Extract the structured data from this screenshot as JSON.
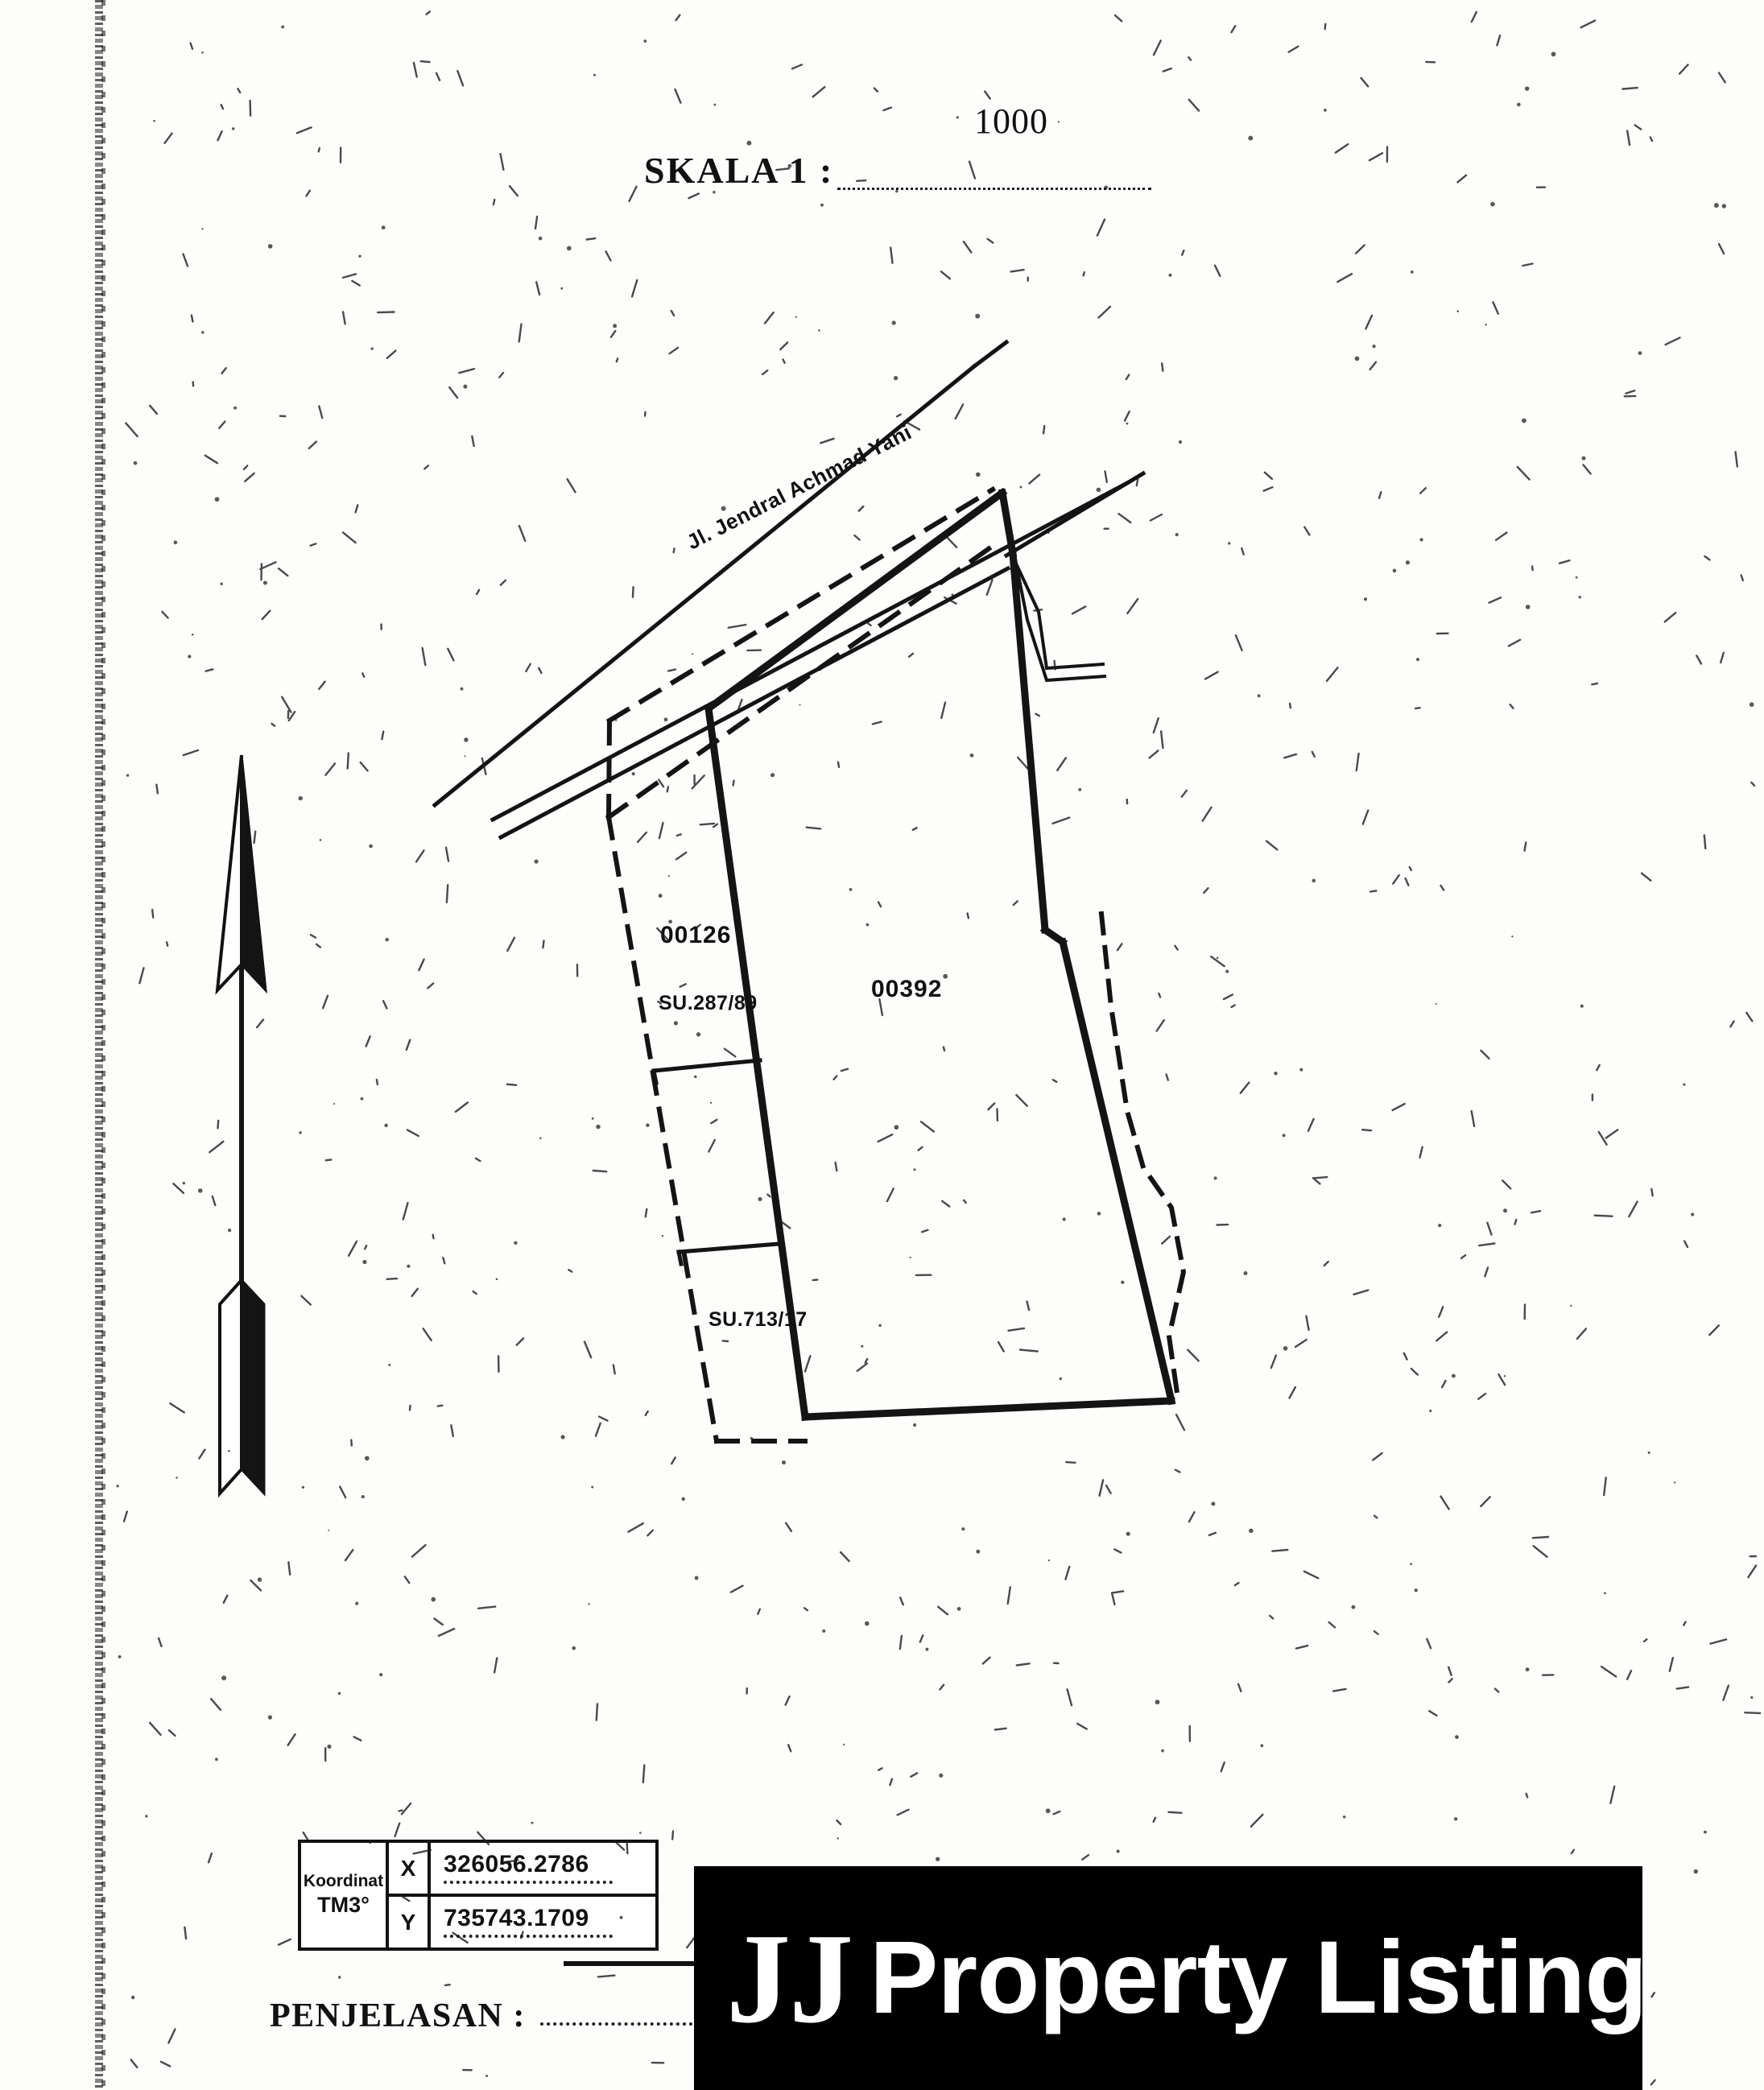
{
  "document": {
    "type": "land-survey-plan",
    "scale": {
      "label": "SKALA 1 :",
      "value": "1000"
    },
    "penjelasan": {
      "label": "PENJELASAN :"
    }
  },
  "map": {
    "street_name": "Jl. Jendral Achmad Yani",
    "parcels": [
      {
        "number": "00126",
        "survey_ref": "SU.287/89"
      },
      {
        "number": "00392",
        "survey_ref": "SU.713/17"
      }
    ],
    "labels": {
      "parcel_left": "00126",
      "survey_left": "SU.287/89",
      "parcel_main": "00392",
      "survey_lower": "SU.713/17"
    },
    "north_arrow": "north-arrow-icon"
  },
  "coordinate_table": {
    "system_line1": "Koordinat",
    "system_line2": "TM3°",
    "rows": [
      {
        "axis": "X",
        "value": "326056.2786"
      },
      {
        "axis": "Y",
        "value": "735743.1709"
      }
    ]
  },
  "watermark": {
    "brand": "JJ",
    "text": "Property Listing"
  },
  "colors": {
    "ink": "#111111",
    "paper": "#fdfdfc",
    "watermark_bg": "#000000",
    "watermark_fg": "#ffffff"
  }
}
